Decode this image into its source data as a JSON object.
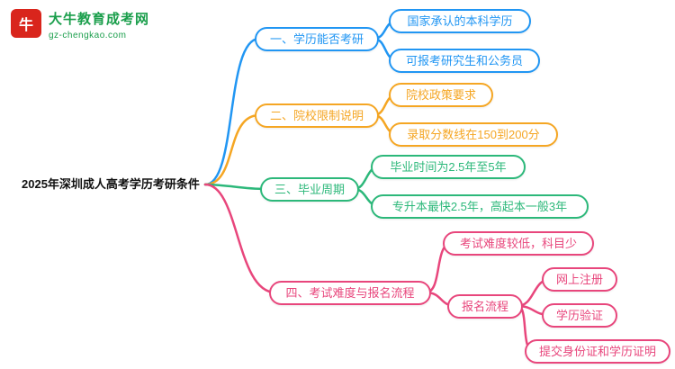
{
  "logo": {
    "icon_text": "牛",
    "title": "大牛教育成考网",
    "subtitle": "gz-chengkao.com",
    "brand_green": "#1a9e4b",
    "icon_red": "#d9251c"
  },
  "root": {
    "label": "2025年深圳成人高考学历考研条件"
  },
  "branches": [
    {
      "label": "一、学历能否考研",
      "color": "#2196f3",
      "children": [
        {
          "label": "国家承认的本科学历"
        },
        {
          "label": "可报考研究生和公务员"
        }
      ]
    },
    {
      "label": "二、院校限制说明",
      "color": "#f5a623",
      "children": [
        {
          "label": "院校政策要求"
        },
        {
          "label": "录取分数线在150到200分"
        }
      ]
    },
    {
      "label": "三、毕业周期",
      "color": "#2cb87a",
      "children": [
        {
          "label": "毕业时间为2.5年至5年"
        },
        {
          "label": "专升本最快2.5年，高起本一般3年"
        }
      ]
    },
    {
      "label": "四、考试难度与报名流程",
      "color": "#e8467c",
      "children": [
        {
          "label": "考试难度较低，科目少"
        },
        {
          "label": "报名流程",
          "children": [
            {
              "label": "网上注册"
            },
            {
              "label": "学历验证"
            },
            {
              "label": "提交身份证和学历证明"
            }
          ]
        }
      ]
    }
  ]
}
